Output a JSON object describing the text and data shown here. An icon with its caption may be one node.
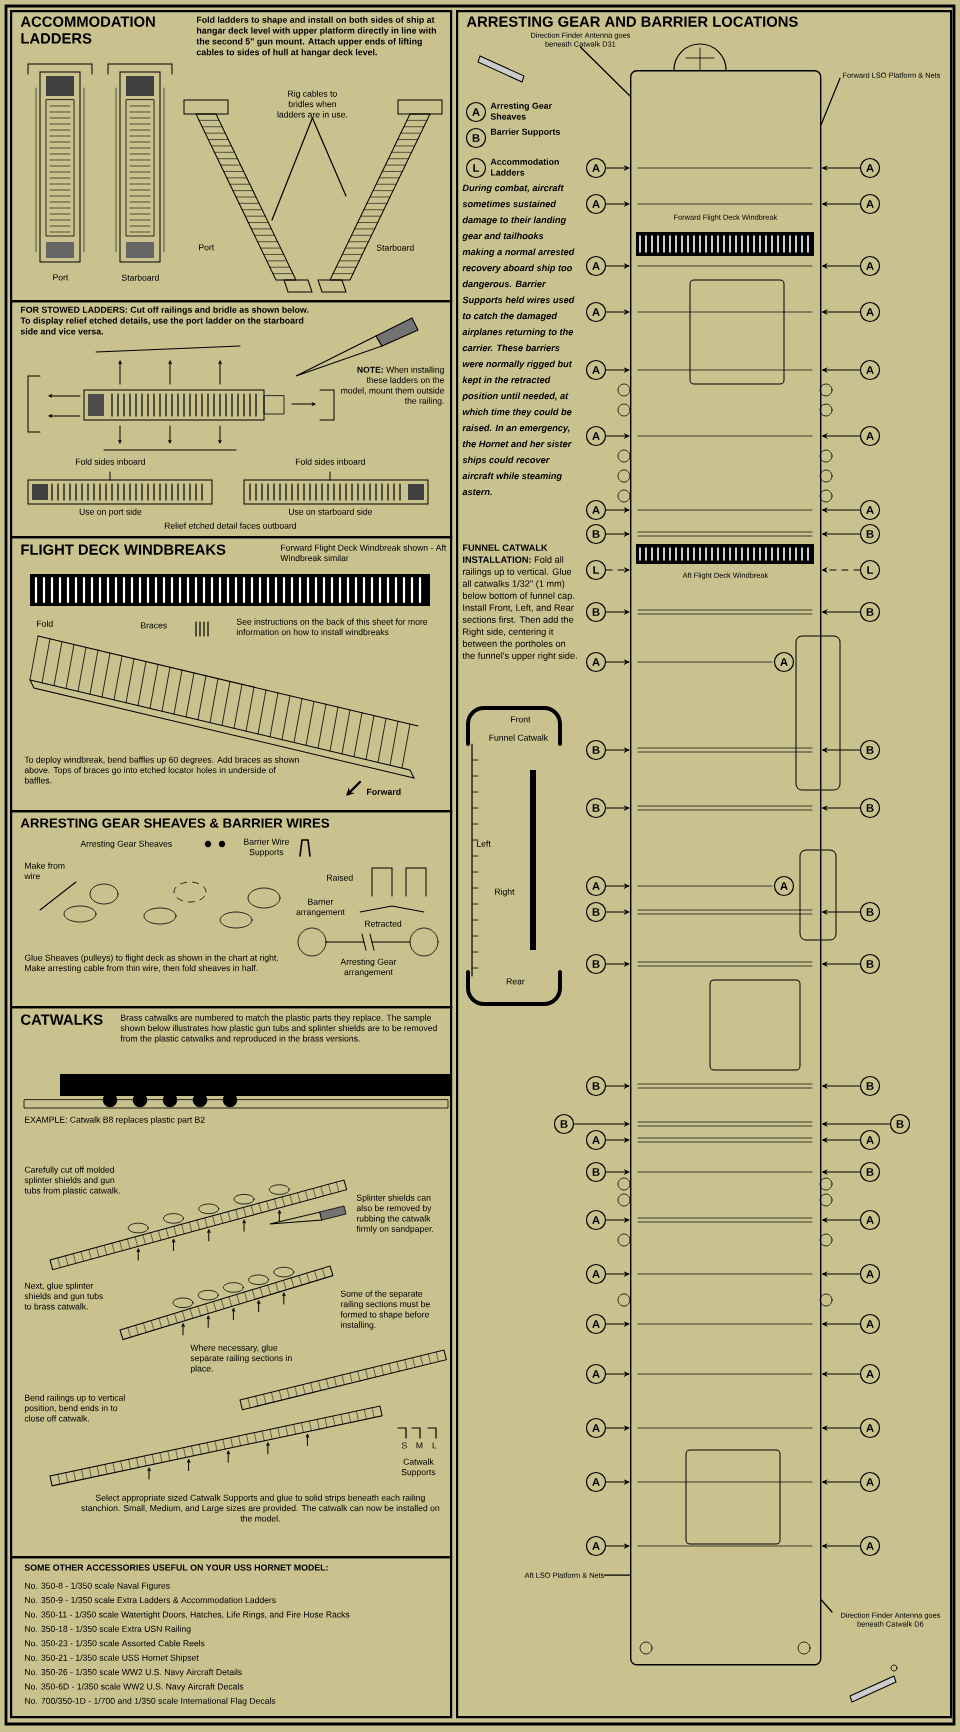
{
  "diagram": {
    "nodes": [
      {
        "text": [
          "ACCOMMODATION LADDERS",
          "Fold ladders to shape and install on both sides of ship at hangar deck level with upper platform directly in line with the second 5\" gun mount. Attach upper ends of lifting cables to sides of hull at hangar deck level.",
          "Port",
          "Starboard",
          "Port",
          "Starboard"
        ]
      },
      {
        "text": [
          "Rig cables to bridles when ladders are in use."
        ],
        "in": 0
      },
      {
        "text": [
          "**FOR STOWED LADDERS:** Cut off railings and bridle as shown below. To display relief etched details, use the port ladder on the starboard side and vice versa.",
          "**NOTE:** When installing these ladders on the model, mount them outside the railing.",
          "Fold sides inboard",
          "Fold sides inboard",
          "Use on port side",
          "Use on starboard side",
          "Relief etched detail faces outboard"
        ]
      },
      {
        "text": [
          "FLIGHT DECK WINDBREAKS",
          "Forward Flight Deck Windbreak shown - Aft Windbreak similar",
          "Fold",
          "Braces",
          "See instructions on the back of this sheet for more information on how to install windbreaks",
          "To deploy windbreak, bend baffles up 60 degrees. Add braces as shown above. Tops of braces go into etched locator holes in underside of baffles.",
          "Forward"
        ]
      },
      {
        "text": [
          "ARRESTING GEAR SHEAVES & BARRIER WIRES",
          "Arresting Gear Sheaves",
          "Barrier Wire Supports",
          "Make from wire",
          "Raised",
          "Barrier arrangement",
          "Retracted",
          "Glue Sheaves (pulleys) to flight deck as shown in the chart at right. Make arresting cable from thin wire, then fold sheaves in half.",
          "Arresting Gear arrangement"
        ]
      },
      {
        "text": [
          "CATWALKS",
          "Brass catwalks are numbered to match the plastic parts they replace. The sample shown below illustrates how plastic gun tubs and splinter shields are to be removed from the plastic catwalks and reproduced in the brass versions.",
          "EXAMPLE: Catwalk B8 replaces plastic part B2",
          "Carefully cut off molded splinter shields and gun tubs from plastic catwalk.",
          "Splinter shields can also be removed by rubbing the catwalk firmly on sandpaper.",
          "Next, glue splinter shields and gun tubs to brass catwalk.",
          "Some of the separate railing sections must be formed to shape before installing.",
          "Where necessary, glue separate railing sections in place.",
          "Bend railings up to vertical position, bend ends in to close off catwalk.",
          "S",
          "M",
          "L",
          "Catwalk Supports",
          "Select appropriate sized Catwalk Supports and glue to solid strips beneath each railing stanchion. Small, Medium, and Large sizes are provided. The catwalk can now be installed on the model."
        ]
      },
      {
        "text": [
          "SOME OTHER ACCESSORIES USEFUL ON YOUR USS HORNET MODEL:",
          "No. 350-8 - 1/350 scale Naval Figures",
          "No. 350-9 - 1/350 scale Extra Ladders & Accommodation Ladders",
          "No. 350-11 - 1/350 scale Watertight Doors, Hatches, Life Rings, and Fire Hose Racks",
          "No. 350-18 - 1/350 scale Extra USN Railing",
          "No. 350-23 - 1/350 scale Assorted Cable Reels",
          "No. 350-21 - 1/350 scale USS Hornet Shipset",
          "No. 350-26 - 1/350 scale WW2 U.S. Navy Aircraft Details",
          "No. 350-6D - 1/350 scale WW2 U.S. Navy Aircraft Decals",
          "No. 700/350-1D - 1/700 and 1/350 scale International Flag Decals"
        ]
      },
      {
        "text": [
          "ARRESTING GEAR AND BARRIER LOCATIONS",
          "During combat, aircraft sometimes sustained damage to their landing gear and tailhooks making a normal arrested recovery aboard ship too dangerous. Barrier Supports held wires used to catch the damaged airplanes returning to the carrier. These barriers were normally rigged but kept in the retracted position until needed, at which time they could be raised. In an emergency, the Hornet and her sister ships could recover aircraft while steaming astern.",
          "**FUNNEL CATWALK INSTALLATION:** Fold all railings up to vertical. Glue all catwalks 1/32\" (1 mm) below bottom of funnel cap. Install Front, Left, and Rear sections first. Then add the Right side, centering it between the portholes on the funnel's upper right side."
        ]
      },
      {
        "text": [
          "Direction Finder Antenna goes beneath Catwalk D31"
        ],
        "in": 7
      },
      {
        "text": [
          "Forward LSO Platform & Nets"
        ],
        "in": 7
      },
      {
        "text": [
          "Forward Flight Deck Windbreak",
          "Aft Flight Deck Windbreak"
        ],
        "in": 7
      },
      {
        "text": [
          "A"
        ],
        "in": 7
      },
      {
        "text": [
          "A"
        ],
        "in": 7
      },
      {
        "text": [
          "A"
        ],
        "in": 7
      },
      {
        "text": [
          "A"
        ],
        "in": 7
      },
      {
        "text": [
          "A"
        ],
        "in": 7
      },
      {
        "text": [
          "A"
        ],
        "in": 7
      },
      {
        "text": [
          "A"
        ],
        "in": 7
      },
      {
        "text": [
          "A"
        ],
        "in": 7
      },
      {
        "text": [
          "A"
        ],
        "in": 7
      },
      {
        "text": [
          "A"
        ],
        "in": 7
      },
      {
        "text": [
          "A"
        ],
        "in": 7
      },
      {
        "text": [
          "A"
        ],
        "in": 7
      },
      {
        "text": [
          "A"
        ],
        "in": 7
      },
      {
        "text": [
          "A"
        ],
        "in": 7
      },
      {
        "text": [
          "B"
        ],
        "in": 7
      },
      {
        "text": [
          "B"
        ],
        "in": 7
      },
      {
        "text": [
          "L"
        ],
        "in": 7
      },
      {
        "text": [
          "L"
        ],
        "in": 7
      },
      {
        "text": [
          "B"
        ],
        "in": 7
      },
      {
        "text": [
          "B"
        ],
        "in": 7
      },
      {
        "text": [
          "A"
        ],
        "in": 7
      },
      {
        "text": [
          "A"
        ],
        "in": 10
      },
      {
        "text": [
          "B"
        ],
        "in": 7
      },
      {
        "text": [
          "B"
        ],
        "in": 7
      },
      {
        "text": [
          "B"
        ],
        "in": 7
      },
      {
        "text": [
          "B"
        ],
        "in": 7
      },
      {
        "text": [
          "A"
        ],
        "in": 7
      },
      {
        "text": [
          "A"
        ],
        "in": 10
      },
      {
        "text": [
          "B"
        ],
        "in": 7
      },
      {
        "text": [
          "B"
        ],
        "in": 7
      },
      {
        "text": [
          "B"
        ],
        "in": 7
      },
      {
        "text": [
          "B"
        ],
        "in": 7
      },
      {
        "text": [
          "B"
        ],
        "in": 7
      },
      {
        "text": [
          "B"
        ],
        "in": 7
      },
      {
        "text": [
          "B"
        ],
        "in": 7
      },
      {
        "text": [
          "B"
        ],
        "in": 7
      },
      {
        "text": [
          "A"
        ],
        "in": 7
      },
      {
        "text": [
          "A"
        ],
        "in": 7
      },
      {
        "text": [
          "B"
        ],
        "in": 7
      },
      {
        "text": [
          "B"
        ],
        "in": 7
      },
      {
        "text": [
          "A"
        ],
        "in": 7
      },
      {
        "text": [
          "A"
        ],
        "in": 7
      },
      {
        "text": [
          "A"
        ],
        "in": 7
      },
      {
        "text": [
          "A"
        ],
        "in": 7
      },
      {
        "text": [
          "A"
        ],
        "in": 7
      },
      {
        "text": [
          "A"
        ],
        "in": 7
      },
      {
        "text": [
          "A"
        ],
        "in": 7
      },
      {
        "text": [
          "A"
        ],
        "in": 7
      },
      {
        "text": [
          "A"
        ],
        "in": 7
      },
      {
        "text": [
          "A"
        ],
        "in": 7
      },
      {
        "text": [
          "A"
        ],
        "in": 7
      },
      {
        "text": [
          "A"
        ],
        "in": 7
      },
      {
        "text": [
          "A"
        ],
        "in": 7
      },
      {
        "text": [
          "A"
        ],
        "in": 7
      },
      {
        "text": [
          "Aft LSO Platform & Nets"
        ],
        "in": 7
      },
      {
        "text": [
          "Direction Finder Antenna goes beneath Catwalk D6"
        ],
        "in": 7
      }
    ],
    "edges": [
      {
        "from": 11,
        "to": 10,
        "arrow": "to"
      },
      {
        "from": 12,
        "to": 10,
        "arrow": "to"
      },
      {
        "from": 13,
        "to": 10,
        "arrow": "to"
      },
      {
        "from": 14,
        "to": 10,
        "arrow": "to"
      },
      {
        "from": 15,
        "to": 10,
        "arrow": "to"
      },
      {
        "from": 16,
        "to": 10,
        "arrow": "to"
      },
      {
        "from": 17,
        "to": 10,
        "arrow": "to"
      },
      {
        "from": 18,
        "to": 10,
        "arrow": "to"
      },
      {
        "from": 19,
        "to": 10,
        "arrow": "to"
      },
      {
        "from": 20,
        "to": 10,
        "arrow": "to"
      },
      {
        "from": 21,
        "to": 10,
        "arrow": "to"
      },
      {
        "from": 22,
        "to": 10,
        "arrow": "to"
      },
      {
        "from": 23,
        "to": 10,
        "arrow": "to"
      },
      {
        "from": 24,
        "to": 10,
        "arrow": "to"
      },
      {
        "from": 25,
        "to": 10,
        "arrow": "to"
      },
      {
        "from": 26,
        "to": 10,
        "arrow": "to"
      },
      {
        "from": 27,
        "to": 10,
        "arrow": "to",
        "style": "dashed"
      },
      {
        "from": 28,
        "to": 10,
        "arrow": "to",
        "style": "dashed"
      },
      {
        "from": 29,
        "to": 10,
        "arrow": "to"
      },
      {
        "from": 30,
        "to": 10,
        "arrow": "to"
      },
      {
        "from": 31,
        "to": 10,
        "arrow": "to"
      },
      {
        "from": 33,
        "to": 10,
        "arrow": "to"
      },
      {
        "from": 34,
        "to": 10,
        "arrow": "to"
      },
      {
        "from": 35,
        "to": 10,
        "arrow": "to"
      },
      {
        "from": 36,
        "to": 10,
        "arrow": "to"
      },
      {
        "from": 37,
        "to": 10,
        "arrow": "to"
      },
      {
        "from": 39,
        "to": 10,
        "arrow": "to"
      },
      {
        "from": 40,
        "to": 10,
        "arrow": "to"
      },
      {
        "from": 41,
        "to": 10,
        "arrow": "to"
      },
      {
        "from": 42,
        "to": 10,
        "arrow": "to"
      },
      {
        "from": 43,
        "to": 10,
        "arrow": "to"
      },
      {
        "from": 44,
        "to": 10,
        "arrow": "to"
      },
      {
        "from": 45,
        "to": 10,
        "arrow": "to"
      },
      {
        "from": 46,
        "to": 10,
        "arrow": "to"
      },
      {
        "from": 47,
        "to": 10,
        "arrow": "to"
      },
      {
        "from": 48,
        "to": 10,
        "arrow": "to"
      },
      {
        "from": 49,
        "to": 10,
        "arrow": "to"
      },
      {
        "from": 50,
        "to": 10,
        "arrow": "to"
      },
      {
        "from": 51,
        "to": 10,
        "arrow": "to"
      },
      {
        "from": 52,
        "to": 10,
        "arrow": "to"
      },
      {
        "from": 53,
        "to": 10,
        "arrow": "to"
      },
      {
        "from": 54,
        "to": 10,
        "arrow": "to"
      },
      {
        "from": 55,
        "to": 10,
        "arrow": "to"
      },
      {
        "from": 56,
        "to": 10,
        "arrow": "to"
      },
      {
        "from": 57,
        "to": 10,
        "arrow": "to"
      },
      {
        "from": 58,
        "to": 10,
        "arrow": "to"
      },
      {
        "from": 59,
        "to": 10,
        "arrow": "to"
      },
      {
        "from": 60,
        "to": 10,
        "arrow": "to"
      },
      {
        "from": 61,
        "to": 10,
        "arrow": "to"
      },
      {
        "from": 62,
        "to": 10,
        "arrow": "to"
      },
      {
        "from": 63,
        "to": 10,
        "arrow": "to"
      },
      {
        "from": 64,
        "to": 10,
        "arrow": "to"
      },
      {
        "from": 1,
        "to": null,
        "arrow": "none"
      },
      {
        "from": 1,
        "to": null,
        "arrow": "none"
      },
      {
        "from": 8,
        "to": 10,
        "arrow": "none"
      },
      {
        "from": 9,
        "to": 10,
        "arrow": "none"
      },
      {
        "from": 65,
        "to": 10,
        "arrow": "none"
      },
      {
        "from": 66,
        "to": 10,
        "arrow": "none"
      }
    ],
    "labels": [
      "A",
      "B",
      "L",
      "Front",
      "Funnel Catwalk",
      "Left",
      "Right",
      "Rear"
    ],
    "legend": [
      {
        "text": "Arresting Gear Sheaves"
      },
      {
        "text": "Barrier Supports"
      },
      {
        "text": "Accommodation Ladders"
      }
    ]
  }
}
